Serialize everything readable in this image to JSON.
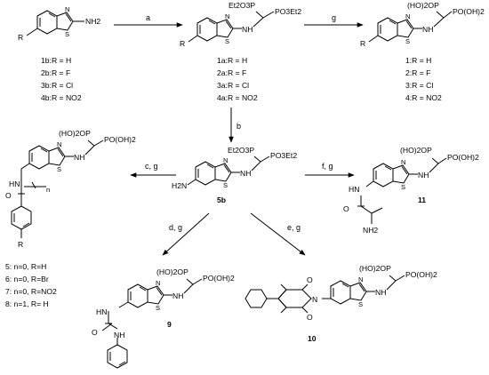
{
  "reagents": {
    "a": "a",
    "g1": "g",
    "b": "b",
    "cg": "c, g",
    "fg": "f, g",
    "dg": "d, g",
    "eg": "e, g"
  },
  "compounds": {
    "start": {
      "group": "NH2",
      "r": "R",
      "list": [
        "1b:R = H",
        "2b:R = F",
        "3b:R = Cl",
        "4b:R = NO2"
      ]
    },
    "ester": {
      "p1": "Et2O3P",
      "p2": "PO3Et2",
      "r": "R",
      "nh": "NH",
      "list": [
        "1a:R = H",
        "2a:R = F",
        "3a:R = Cl",
        "4a:R = NO2"
      ]
    },
    "acid": {
      "p1": "(HO)2OP",
      "p2": "PO(OH)2",
      "r": "R",
      "nh": "NH",
      "list": [
        "1:R = H",
        "2:R = F",
        "3:R = Cl",
        "4:R = NO2"
      ]
    },
    "c5b": {
      "label": "5b",
      "p1": "Et2O3P",
      "p2": "PO3Et2",
      "nh2": "H2N",
      "nh": "NH"
    },
    "amides": {
      "p1": "(HO)2OP",
      "p2": "PO(OH)2",
      "nh": "NH",
      "hn": "HN",
      "o": "O",
      "n": "n",
      "r": "R",
      "list": [
        "5: n=0, R=H",
        "6: n=0, R=Br",
        "7: n=0, R=NO2",
        "8: n=1, R= H"
      ]
    },
    "c11": {
      "label": "11",
      "p1": "(HO)2OP",
      "p2": "PO(OH)2",
      "nh": "NH",
      "hn": "HN",
      "o": "O",
      "nh2": "NH2"
    },
    "c9": {
      "label": "9",
      "p1": "(HO)2OP",
      "p2": "PO(OH)2",
      "nh": "NH",
      "hn": "HN",
      "o": "O",
      "nh2": "NH"
    },
    "c10": {
      "label": "10",
      "p1": "(HO)2OP",
      "p2": "PO(OH)2",
      "nh": "NH",
      "n": "N",
      "o": "O"
    }
  }
}
